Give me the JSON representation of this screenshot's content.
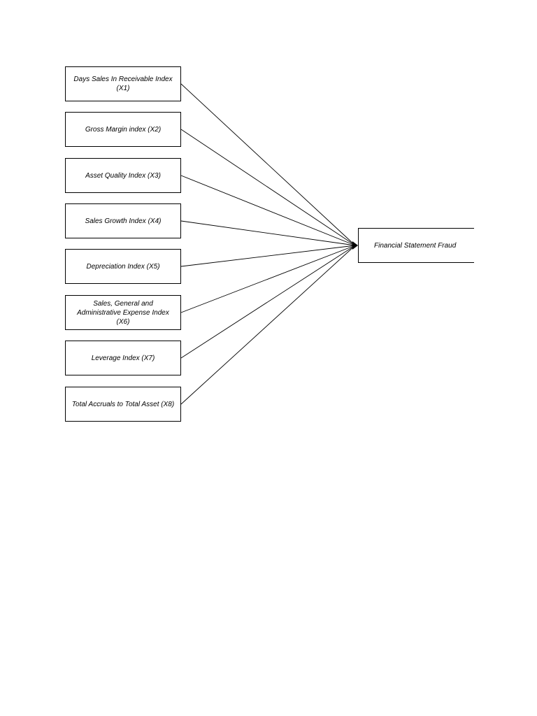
{
  "diagram": {
    "type": "path-diagram",
    "independent_variables": [
      "Days Sales In Receivable Index (X1)",
      "Gross Margin index (X2)",
      "Asset Quality Index (X3)",
      "Sales Growth Index (X4)",
      "Depreciation Index (X5)",
      "Sales, General and Administrative Expense Index (X6)",
      "Leverage Index (X7)",
      "Total Accruals to Total Asset (X8)"
    ],
    "dependent_variable": "Financial Statement Fraud",
    "edges": [
      {
        "from": "X1",
        "to": "Financial Statement Fraud"
      },
      {
        "from": "X2",
        "to": "Financial Statement Fraud"
      },
      {
        "from": "X3",
        "to": "Financial Statement Fraud"
      },
      {
        "from": "X4",
        "to": "Financial Statement Fraud"
      },
      {
        "from": "X5",
        "to": "Financial Statement Fraud"
      },
      {
        "from": "X6",
        "to": "Financial Statement Fraud"
      },
      {
        "from": "X7",
        "to": "Financial Statement Fraud"
      },
      {
        "from": "X8",
        "to": "Financial Statement Fraud"
      }
    ]
  },
  "colors": {
    "line": "#000000",
    "box_border": "#000000",
    "background": "#ffffff"
  }
}
